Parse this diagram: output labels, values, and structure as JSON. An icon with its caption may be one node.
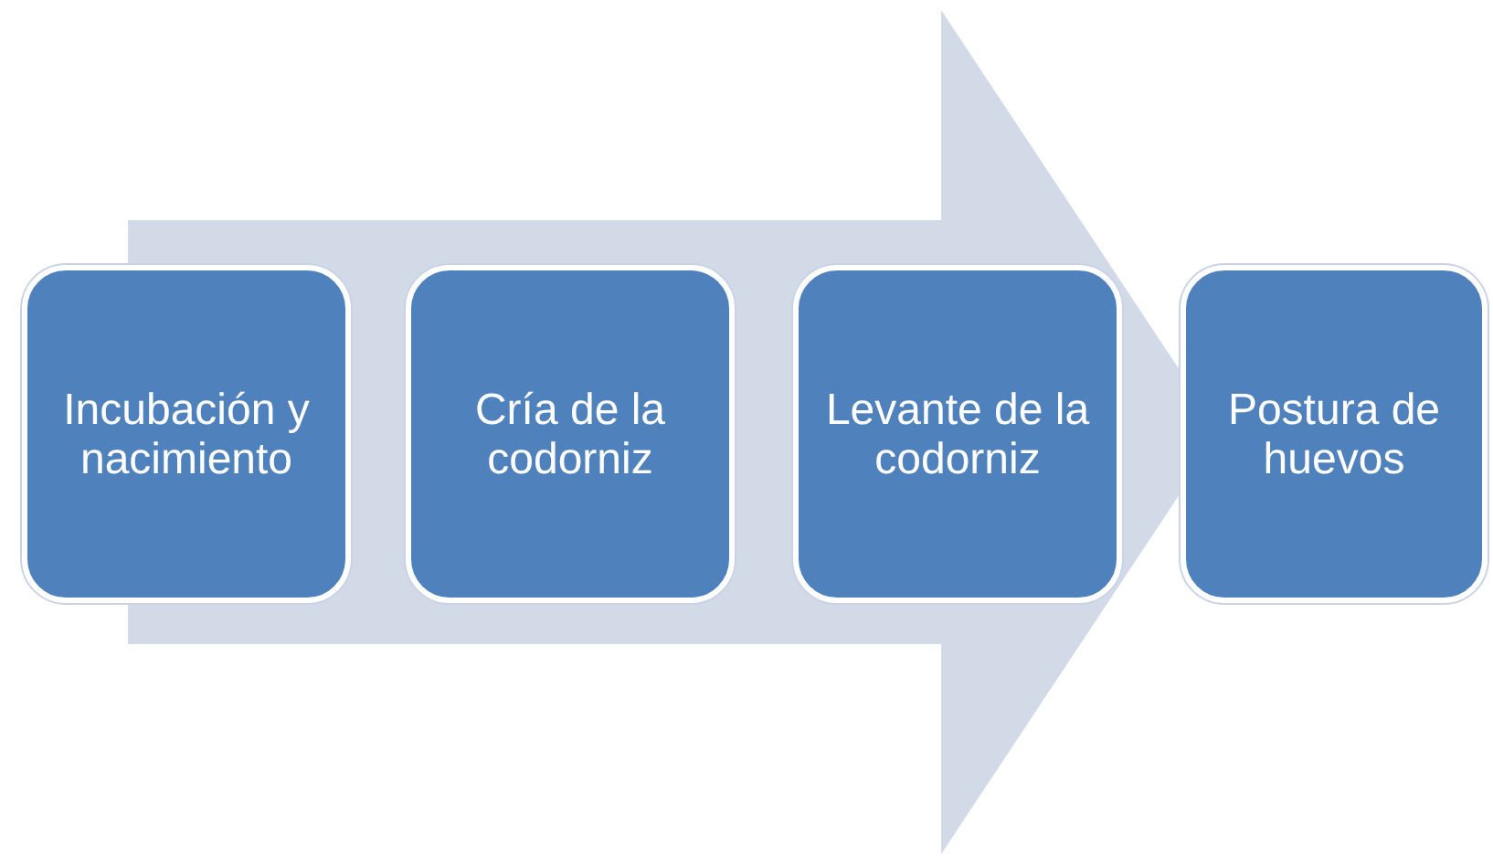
{
  "diagram": {
    "nodes": [
      {
        "text": [
          "Incubación y nacimiento"
        ]
      },
      {
        "text": [
          "Cría de la codorniz"
        ]
      },
      {
        "text": [
          "Levante de la codorniz"
        ]
      },
      {
        "text": [
          "Postura de huevos"
        ]
      }
    ],
    "edges": [
      {
        "from": 0,
        "to": 3,
        "arrow": "to"
      }
    ]
  }
}
